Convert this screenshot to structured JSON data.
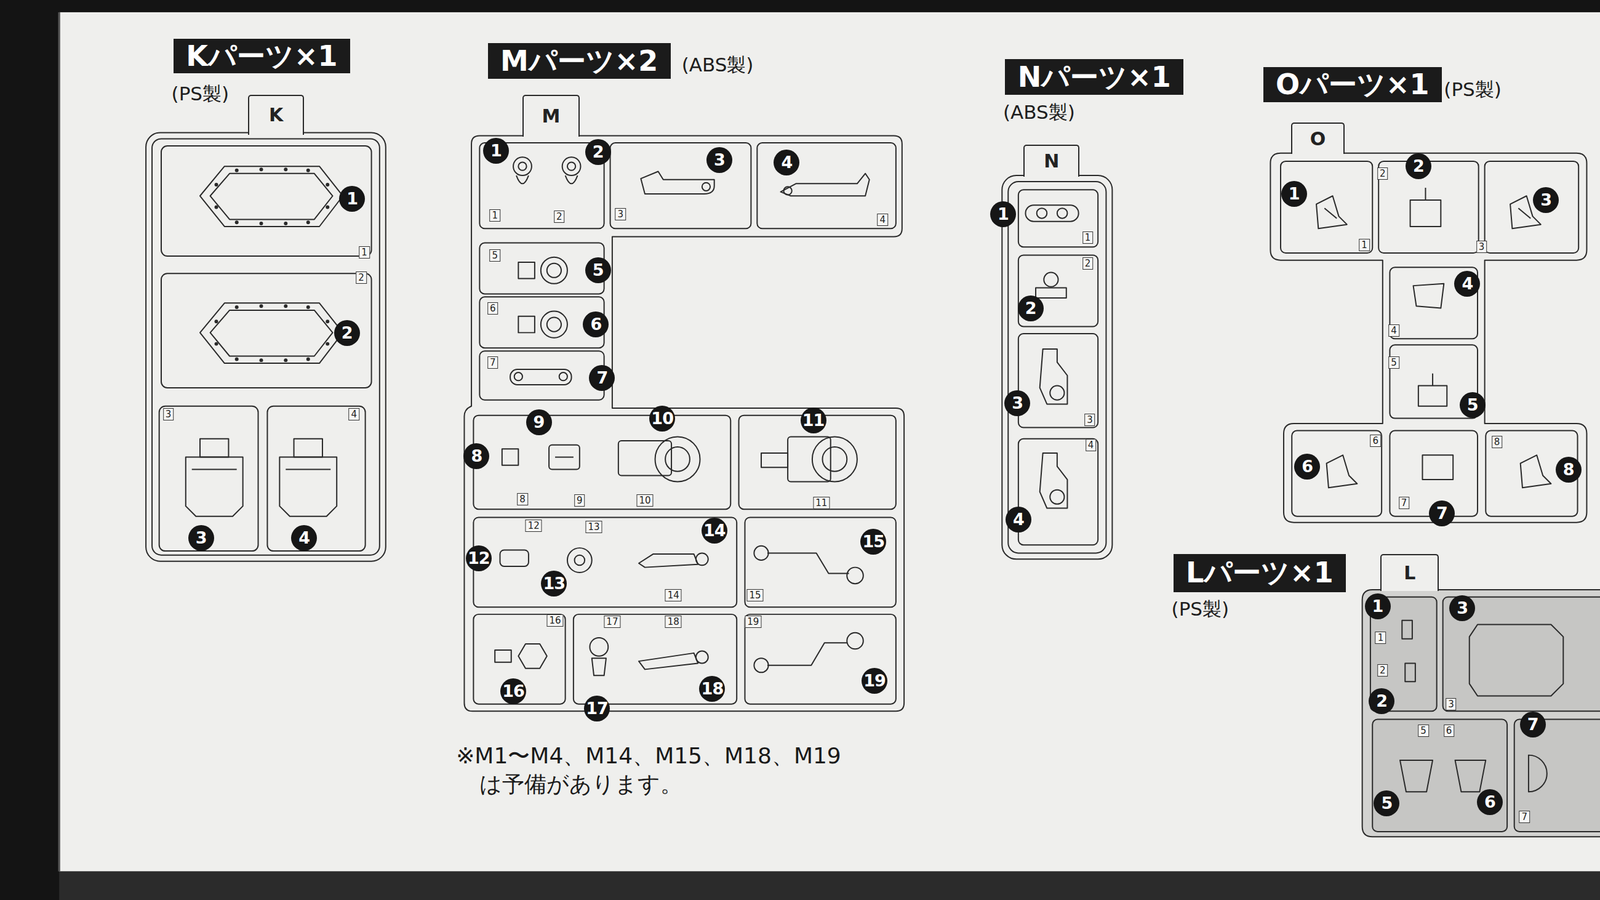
{
  "diagram": {
    "nodes": [
      {
        "text": [
          "Kパーツ×1"
        ]
      },
      {
        "text": [
          "K"
        ]
      },
      {
        "text": [
          "Mパーツ×2"
        ]
      },
      {
        "text": [
          "M"
        ]
      },
      {
        "text": [
          "Nパーツ×1"
        ]
      },
      {
        "text": [
          "N"
        ]
      },
      {
        "text": [
          "Oパーツ×1"
        ]
      },
      {
        "text": [
          "O"
        ]
      },
      {
        "text": [
          "Lパーツ×1"
        ]
      },
      {
        "text": [
          "L"
        ]
      }
    ],
    "labels": [
      "(PS製)",
      "1",
      "2",
      "3",
      "4",
      "1",
      "2",
      "3",
      "4",
      "(ABS製)",
      "1",
      "2",
      "3",
      "4",
      "5",
      "6",
      "7",
      "8",
      "9",
      "10",
      "11",
      "12",
      "13",
      "14",
      "15",
      "16",
      "17",
      "18",
      "19",
      "1",
      "2",
      "3",
      "4",
      "5",
      "6",
      "7",
      "8",
      "9",
      "10",
      "11",
      "12",
      "13",
      "14",
      "15",
      "16",
      "17",
      "18",
      "19",
      "※M1〜M4、M14、M15、M18、M19 は予備があります。",
      "(ABS製)",
      "1",
      "2",
      "3",
      "4",
      "1",
      "2",
      "3",
      "4",
      "(PS製)",
      "1",
      "2",
      "3",
      "4",
      "5",
      "6",
      "7",
      "8",
      "1",
      "2",
      "3",
      "4",
      "5",
      "6",
      "7",
      "8",
      "(PS製)",
      "1",
      "2",
      "3",
      "5",
      "6",
      "7",
      "1",
      "2",
      "3",
      "5",
      "6",
      "7"
    ]
  }
}
